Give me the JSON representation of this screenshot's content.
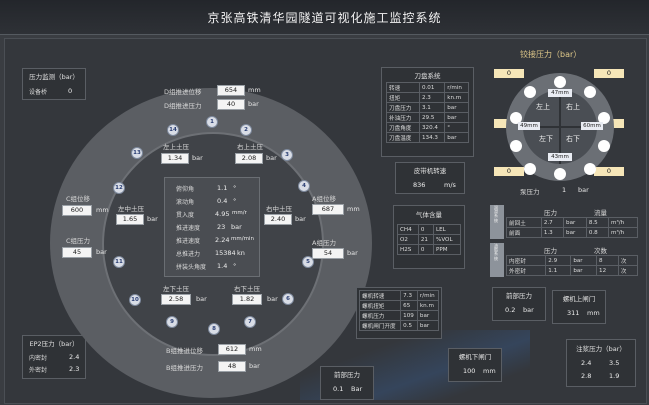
{
  "title": "京张高铁清华园隧道可视化施工监控系统",
  "pressure_monitor": {
    "title": "压力监测（bar）",
    "label": "设备桥",
    "value": "0"
  },
  "ep2": {
    "title": "EP2压力（bar）",
    "rows": [
      {
        "label": "内密封",
        "value": "2.4"
      },
      {
        "label": "外密封",
        "value": "2.3"
      }
    ]
  },
  "cylinders": {
    "d_disp_label": "D组推进位移",
    "d_disp": "654",
    "d_disp_unit": "mm",
    "d_press_label": "D组推进压力",
    "d_press": "40",
    "d_press_unit": "bar",
    "c_disp_label": "C组位移",
    "c_disp": "600",
    "c_disp_unit": "mm",
    "c_press_label": "C组压力",
    "c_press": "45",
    "c_press_unit": "bar",
    "a_disp_label": "A组位移",
    "a_disp": "687",
    "a_disp_unit": "mm",
    "a_press_label": "A组压力",
    "a_press": "54",
    "a_press_unit": "bar",
    "b_disp_label": "B组推进位移",
    "b_disp": "612",
    "b_disp_unit": "mm",
    "b_press_label": "B组推进压力",
    "b_press": "48",
    "b_press_unit": "bar"
  },
  "soil": {
    "upper_left_label": "左上土压",
    "upper_left": "1.34",
    "upper_left_unit": "bar",
    "upper_right_label": "右上土压",
    "upper_right": "2.08",
    "upper_right_unit": "bar",
    "mid_left_label": "左中土压",
    "mid_left": "1.65",
    "mid_left_unit": "bar",
    "mid_right_label": "右中土压",
    "mid_right": "2.40",
    "mid_right_unit": "bar",
    "lower_left_label": "左下土压",
    "lower_left": "2.58",
    "lower_left_unit": "bar",
    "lower_right_label": "右下土压",
    "lower_right": "1.82",
    "lower_right_unit": "bar"
  },
  "ring_numbers": [
    "1",
    "2",
    "3",
    "4",
    "5",
    "6",
    "7",
    "8",
    "9",
    "10",
    "11",
    "12",
    "13",
    "14"
  ],
  "center_table": [
    {
      "label": "俯仰角",
      "value": "1.1",
      "unit": "°"
    },
    {
      "label": "滚动角",
      "value": "0.4",
      "unit": "°"
    },
    {
      "label": "贯入度",
      "value": "4.95",
      "unit": "mm/r"
    },
    {
      "label": "推进速度",
      "value": "23",
      "unit": "bar"
    },
    {
      "label": "推进速度",
      "value": "2.24",
      "unit": "mm/min"
    },
    {
      "label": "总推进力",
      "value": "15384",
      "unit": "kn"
    },
    {
      "label": "拼装头角度",
      "value": "1.4",
      "unit": "°"
    }
  ],
  "cutter": {
    "title": "刀盘系统",
    "rows": [
      {
        "label": "转速",
        "value": "0.01",
        "unit": "r/min"
      },
      {
        "label": "扭矩",
        "value": "2.3",
        "unit": "kn.m"
      },
      {
        "label": "刀盘压力",
        "value": "3.1",
        "unit": "bar"
      },
      {
        "label": "补油压力",
        "value": "29.5",
        "unit": "bar"
      },
      {
        "label": "刀盘角度",
        "value": "320.4",
        "unit": "°"
      },
      {
        "label": "刀盘温度",
        "value": "134.3",
        "unit": "bar"
      }
    ]
  },
  "screw_speed": {
    "title": "皮带机转速",
    "value": "836",
    "unit": "m/s"
  },
  "gas": {
    "title": "气体含量",
    "rows": [
      {
        "label": "CH4",
        "value": "0",
        "unit": "LEL"
      },
      {
        "label": "O2",
        "value": "21",
        "unit": "%VOL"
      },
      {
        "label": "H2S",
        "value": "0",
        "unit": "PPM"
      }
    ]
  },
  "hinge": {
    "title": "铰接压力（bar）",
    "top_left": "0",
    "top_right": "0",
    "mid_left": "0",
    "mid_right": "0",
    "bot_left": "0",
    "bot_right": "0",
    "q_ul": "左上",
    "q_ur": "右上",
    "q_ll": "左下",
    "q_lr": "右下",
    "top_v": "47mm",
    "left_v": "49mm",
    "right_v": "60mm",
    "bot_v": "43mm",
    "press_label": "泵压力",
    "press_value": "1",
    "press_unit": "bar"
  },
  "screw_machine": {
    "rows": [
      {
        "label": "螺机转速",
        "value": "7.3",
        "unit": "r/min"
      },
      {
        "label": "螺机扭矩",
        "value": "65",
        "unit": "kn.m"
      },
      {
        "label": "螺机压力",
        "value": "109",
        "unit": "bar"
      },
      {
        "label": "螺机闸门开度",
        "value": "0.5",
        "unit": "bar"
      }
    ]
  },
  "lubrication": {
    "tab1": "润滑系统",
    "tab2": "油脂系统",
    "headers1": [
      "压力",
      "流量"
    ],
    "rows1": [
      {
        "label": "前回土",
        "p": "2.7",
        "pu": "bar",
        "f": "8.5",
        "fu": "m³/h"
      },
      {
        "label": "前面",
        "p": "1.3",
        "pu": "bar",
        "f": "0.8",
        "fu": "m³/h"
      }
    ],
    "headers2": [
      "压力",
      "次数"
    ],
    "rows2": [
      {
        "label": "内密封",
        "p": "2.9",
        "pu": "bar",
        "f": "8",
        "fu": "次"
      },
      {
        "label": "外密封",
        "p": "1.1",
        "pu": "bar",
        "f": "12",
        "fu": "次"
      }
    ]
  },
  "front_pressure": {
    "title": "前部压力",
    "value": "0.2",
    "unit": "bar"
  },
  "screw_upper": {
    "title": "螺机上闸门",
    "value": "311",
    "unit": "mm"
  },
  "screw_lower": {
    "title": "螺机下闸门",
    "value": "100",
    "unit": "mm"
  },
  "front_bottom": {
    "title": "前部压力",
    "value": "0.1",
    "unit": "Bar"
  },
  "grout": {
    "title": "注浆压力（bar）",
    "rows": [
      [
        "2.4",
        "3.5"
      ],
      [
        "2.8",
        "1.9"
      ]
    ]
  }
}
